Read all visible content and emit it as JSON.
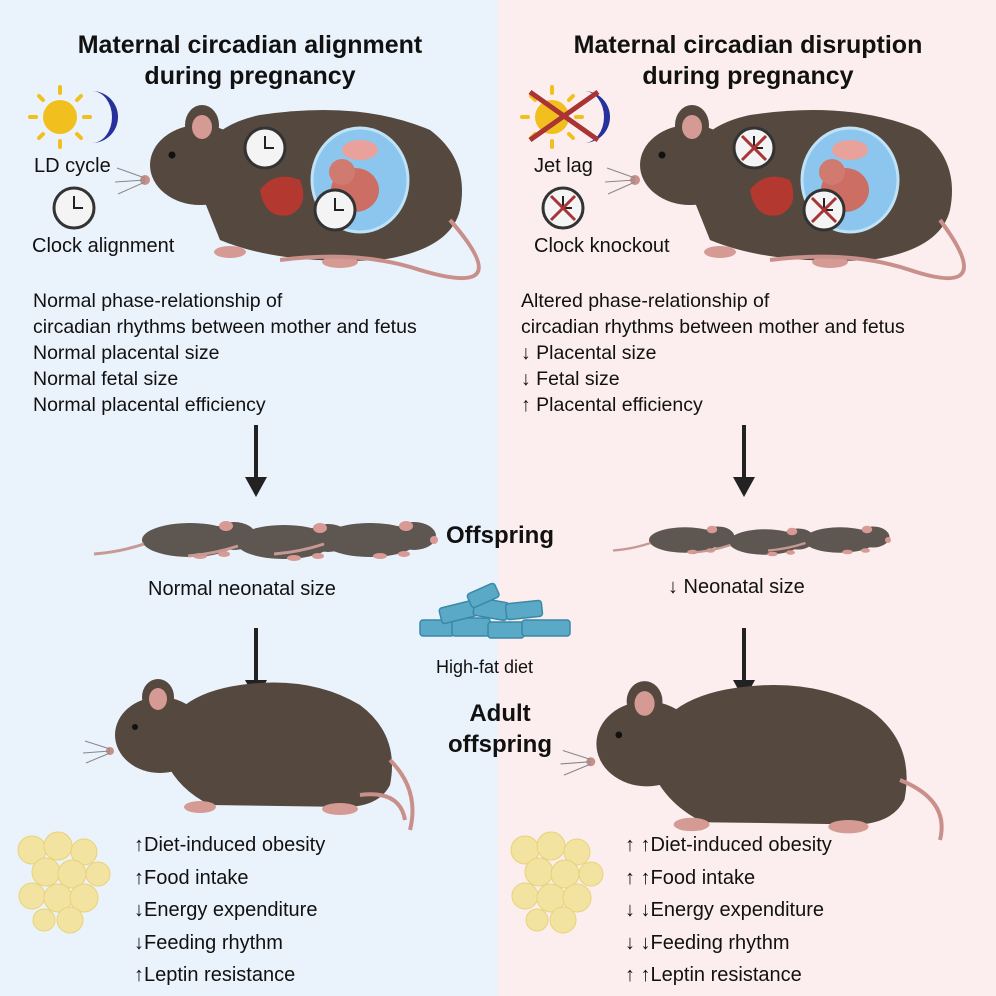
{
  "colors": {
    "left_background": "#eaf2fb",
    "right_background": "#fceeee",
    "mouse_body": "#5a4e48",
    "mouse_skin": "#d99a95",
    "fat_cells": "#f3e3a0",
    "diet_pellets": "#5aa9c7"
  },
  "icons": [
    "sun-icon",
    "moon-icon",
    "clock-icon",
    "crossed-clock-icon",
    "liver-icon",
    "fetus-icon",
    "placenta-icon",
    "arrow-down-icon",
    "fat-cells-icon",
    "diet-pellets-icon"
  ],
  "left": {
    "title_line1": "Maternal circadian alignment",
    "title_line2": "during pregnancy",
    "light_label": "LD cycle",
    "clock_label": "Clock alignment",
    "findings": [
      "Normal phase-relationship of",
      "circadian rhythms between mother and fetus",
      "Normal placental size",
      "Normal fetal size",
      "Normal placental efficiency"
    ],
    "neonatal_label": "Normal neonatal size",
    "outcomes": [
      "↑Diet-induced obesity",
      "↑Food intake",
      "↓Energy expenditure",
      "↓Feeding rhythm",
      "↑Leptin resistance"
    ]
  },
  "right": {
    "title_line1": "Maternal circadian disruption",
    "title_line2": "during pregnancy",
    "light_label": "Jet lag",
    "clock_label": "Clock knockout",
    "findings": [
      "Altered phase-relationship of",
      "circadian rhythms between mother and fetus",
      "↓ Placental size",
      "↓ Fetal size",
      "↑ Placental efficiency"
    ],
    "neonatal_label": "↓ Neonatal size",
    "outcomes": [
      "↑ ↑Diet-induced obesity",
      "↑ ↑Food intake",
      "↓ ↓Energy expenditure",
      "↓ ↓Feeding rhythm",
      "↑ ↑Leptin resistance"
    ]
  },
  "center": {
    "offspring_label": "Offspring",
    "diet_label": "High-fat diet",
    "adult_label_line1": "Adult",
    "adult_label_line2": "offspring"
  }
}
